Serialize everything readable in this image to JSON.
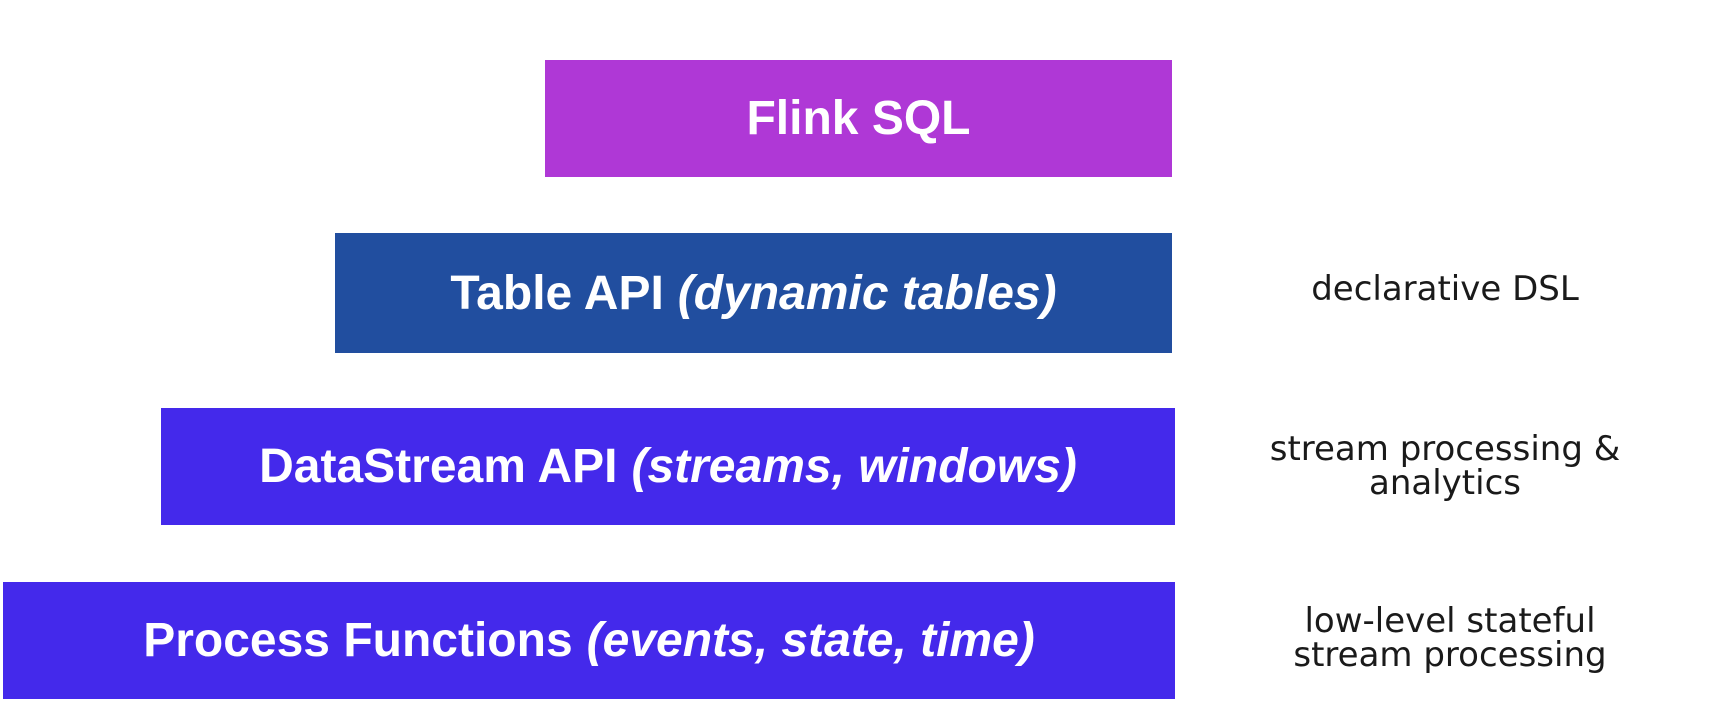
{
  "colors": {
    "flink_sql": "#AF38D6",
    "table_api": "#214E9F",
    "datastream_api": "#4429EB",
    "process_functions": "#4429EB",
    "description_text": "#1a1a1a"
  },
  "layers": {
    "flink_sql": {
      "name": "Flink SQL",
      "detail": ""
    },
    "table_api": {
      "name": "Table API",
      "detail": "(dynamic tables)",
      "description": [
        "declarative DSL"
      ]
    },
    "datastream_api": {
      "name": "DataStream API",
      "detail": "(streams, windows)",
      "description": [
        "stream processing &",
        "analytics"
      ]
    },
    "process_functions": {
      "name": "Process Functions",
      "detail": "(events, state, time)",
      "description": [
        "low-level stateful",
        "stream processing"
      ]
    }
  }
}
